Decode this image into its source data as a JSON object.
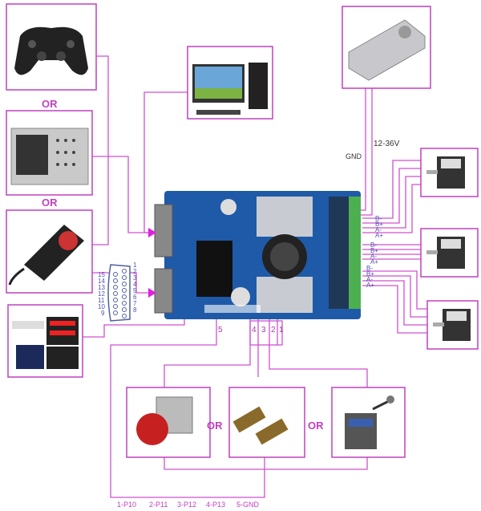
{
  "labels": {
    "or": "OR",
    "gnd": "GND",
    "voltage": "12-36V",
    "motor_pins": [
      "B-",
      "B+",
      "A-",
      "A+"
    ],
    "board_pins": [
      "5",
      "4",
      "3",
      "2",
      "1"
    ],
    "db15_left": [
      "15",
      "14",
      "13",
      "12",
      "11",
      "10",
      "9"
    ],
    "db15_right": [
      "1",
      "2",
      "3",
      "4",
      "5",
      "6",
      "7",
      "8"
    ],
    "limit_pins": [
      "1-P10",
      "2-P11",
      "3-P12",
      "4-P13",
      "5-GND"
    ]
  },
  "colors": {
    "wire": "#d050d0",
    "board": "#1f5aa8",
    "heatsink": "#c8ccd2",
    "terminal": "#4caf50",
    "label_text": "#c040c0"
  },
  "devices": {
    "input": [
      "gamepad",
      "cnc-controller-keypad",
      "mpg-handwheel",
      "display-module"
    ],
    "computer": "desktop-computer",
    "power": "power-supply",
    "motors": [
      "stepper-motor",
      "stepper-motor",
      "stepper-motor"
    ],
    "switches": [
      "emergency-stop-button",
      "proximity-sensor",
      "limit-switch"
    ]
  }
}
